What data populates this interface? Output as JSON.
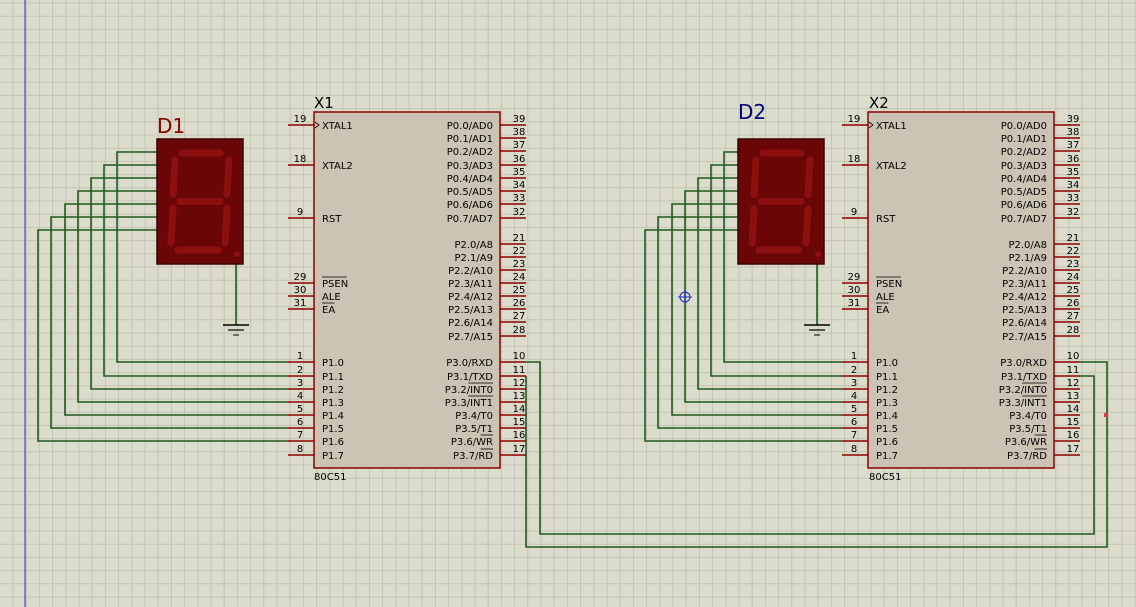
{
  "displays": [
    {
      "designator": "D1",
      "designator_color": "#8b0000"
    },
    {
      "designator": "D2",
      "designator_color": "#000080"
    }
  ],
  "chips": [
    {
      "designator": "X1",
      "part": "80C51"
    },
    {
      "designator": "X2",
      "part": "80C51"
    }
  ],
  "left_pins": [
    {
      "num": "19",
      "name": "XTAL1"
    },
    {
      "num": "18",
      "name": "XTAL2"
    },
    {
      "num": "9",
      "name": "RST"
    },
    {
      "num": "29",
      "name": "PSEN"
    },
    {
      "num": "30",
      "name": "ALE"
    },
    {
      "num": "31",
      "name": "EA"
    },
    {
      "num": "1",
      "name": "P1.0"
    },
    {
      "num": "2",
      "name": "P1.1"
    },
    {
      "num": "3",
      "name": "P1.2"
    },
    {
      "num": "4",
      "name": "P1.3"
    },
    {
      "num": "5",
      "name": "P1.4"
    },
    {
      "num": "6",
      "name": "P1.5"
    },
    {
      "num": "7",
      "name": "P1.6"
    },
    {
      "num": "8",
      "name": "P1.7"
    }
  ],
  "right_pins": [
    {
      "num": "39",
      "name": "P0.0/AD0"
    },
    {
      "num": "38",
      "name": "P0.1/AD1"
    },
    {
      "num": "37",
      "name": "P0.2/AD2"
    },
    {
      "num": "36",
      "name": "P0.3/AD3"
    },
    {
      "num": "35",
      "name": "P0.4/AD4"
    },
    {
      "num": "34",
      "name": "P0.5/AD5"
    },
    {
      "num": "33",
      "name": "P0.6/AD6"
    },
    {
      "num": "32",
      "name": "P0.7/AD7"
    },
    {
      "num": "21",
      "name": "P2.0/A8"
    },
    {
      "num": "22",
      "name": "P2.1/A9"
    },
    {
      "num": "23",
      "name": "P2.2/A10"
    },
    {
      "num": "24",
      "name": "P2.3/A11"
    },
    {
      "num": "25",
      "name": "P2.4/A12"
    },
    {
      "num": "26",
      "name": "P2.5/A13"
    },
    {
      "num": "27",
      "name": "P2.6/A14"
    },
    {
      "num": "28",
      "name": "P2.7/A15"
    },
    {
      "num": "10",
      "name": "P3.0/RXD"
    },
    {
      "num": "11",
      "name": "P3.1/TXD"
    },
    {
      "num": "12",
      "name": "P3.2/INT0"
    },
    {
      "num": "13",
      "name": "P3.3/INT1"
    },
    {
      "num": "14",
      "name": "P3.4/T0"
    },
    {
      "num": "15",
      "name": "P3.5/T1"
    },
    {
      "num": "16",
      "name": "P3.6/WR"
    },
    {
      "num": "17",
      "name": "P3.7/RD"
    }
  ],
  "colors": {
    "background": "#dcdccd",
    "grid": "#c4c4b2",
    "chip_fill": "#cbc4b4",
    "chip_border": "#8b0000",
    "pin_line": "#8b0000",
    "wire": "#1f5a1f",
    "display_body": "#6a0606",
    "display_segment": "#8c1010",
    "label_text": "#000000",
    "left_margin_line": "#3030c0"
  }
}
